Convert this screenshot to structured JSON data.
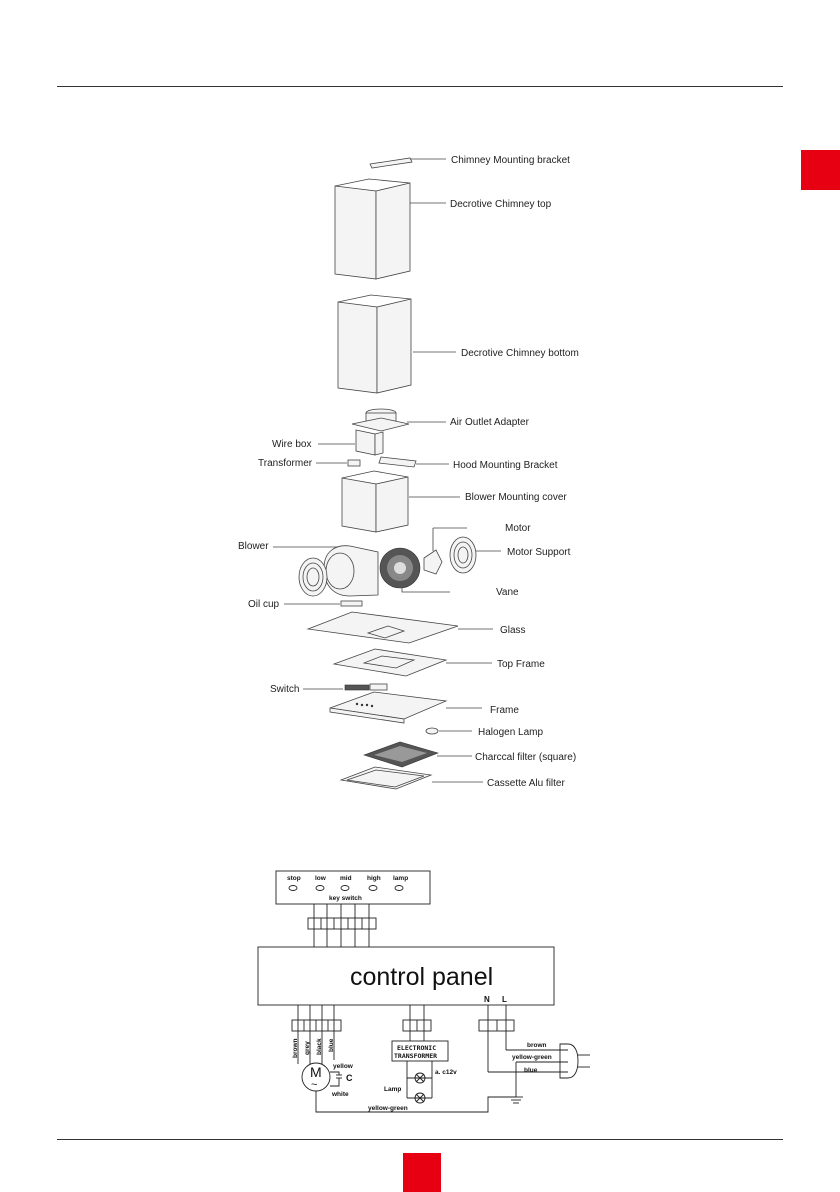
{
  "exploded_view": {
    "parts": [
      {
        "id": "chimney-bracket",
        "label": "Chimney Mounting bracket"
      },
      {
        "id": "chimney-top",
        "label": "Decrotive Chimney top"
      },
      {
        "id": "chimney-bottom",
        "label": "Decrotive Chimney bottom"
      },
      {
        "id": "air-outlet",
        "label": "Air Outlet Adapter"
      },
      {
        "id": "wire-box",
        "label": "Wire box"
      },
      {
        "id": "transformer",
        "label": "Transformer"
      },
      {
        "id": "hood-bracket",
        "label": "Hood Mounting Bracket"
      },
      {
        "id": "blower-cover",
        "label": "Blower Mounting cover"
      },
      {
        "id": "motor",
        "label": "Motor"
      },
      {
        "id": "blower",
        "label": "Blower"
      },
      {
        "id": "motor-support",
        "label": "Motor Support"
      },
      {
        "id": "vane",
        "label": "Vane"
      },
      {
        "id": "oil-cup",
        "label": "Oil cup"
      },
      {
        "id": "glass",
        "label": "Glass"
      },
      {
        "id": "top-frame",
        "label": "Top Frame"
      },
      {
        "id": "switch",
        "label": "Switch"
      },
      {
        "id": "frame",
        "label": "Frame"
      },
      {
        "id": "halogen",
        "label": "Halogen Lamp"
      },
      {
        "id": "charcoal",
        "label": "Charccal filter (square)"
      },
      {
        "id": "alu-filter",
        "label": "Cassette Alu filter"
      }
    ]
  },
  "wiring": {
    "keys": [
      "stop",
      "low",
      "mid",
      "high",
      "lamp"
    ],
    "key_switch_label": "key switch",
    "control_panel_label": "control panel",
    "n_label": "N",
    "l_label": "L",
    "motor_wires": [
      "brown",
      "grey",
      "black",
      "blue"
    ],
    "motor_symbol": "M",
    "motor_ac": "~",
    "yellow_label": "yellow",
    "capacitor_label": "C",
    "white_label": "white",
    "transformer_label_1": "ELECTRONIC",
    "transformer_label_2": "TRANSFORMER",
    "voltage_label": "a. c12v",
    "lamp_label": "Lamp",
    "plug_brown": "brown",
    "plug_yellow_green": "yellow-green",
    "plug_blue": "blue",
    "ground_label": "yellow-green"
  },
  "colors": {
    "accent": "#e60012"
  }
}
